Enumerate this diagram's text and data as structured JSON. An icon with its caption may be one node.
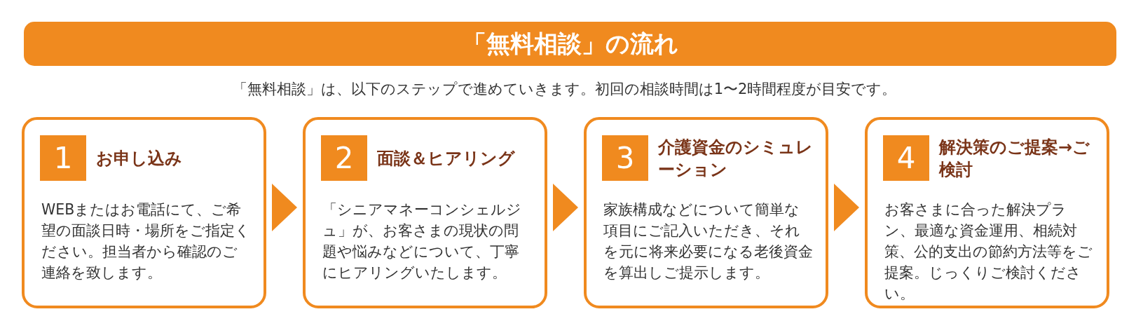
{
  "diagram": {
    "title": "「無料相談」の流れ",
    "nodes": [
      {
        "text": [
          "お申し込み",
          "WEBまたはお電話にて、ご希望の面談日時・場所をご指定ください。担当者から確認のご連絡を致します。"
        ]
      },
      {
        "text": [
          "1"
        ],
        "in": 0
      },
      {
        "text": [
          "面談＆ヒアリング",
          "「シニアマネーコンシェルジュ」が、お客さまの現状の問題や悩みなどについて、丁寧にヒアリングいたします。"
        ]
      },
      {
        "text": [
          "2"
        ],
        "in": 2
      },
      {
        "text": [
          "介護資金のシミュレーション",
          "家族構成などについて簡単な項目にご記入いただき、それを元に将来必要になる老後資金を算出しご提示します。"
        ]
      },
      {
        "text": [
          "3"
        ],
        "in": 4
      },
      {
        "text": [
          "解決策のご提案→ご検討",
          "お客さまに合った解決プラン、最適な資金運用、相続対策、公的支出の節約方法等をご提案。じっくりご検討ください。"
        ]
      },
      {
        "text": [
          "4"
        ],
        "in": 6
      }
    ],
    "edges": [
      {
        "from": 0,
        "to": 2,
        "arrow": "to"
      },
      {
        "from": 2,
        "to": 4,
        "arrow": "to"
      },
      {
        "from": 4,
        "to": 6,
        "arrow": "to"
      }
    ],
    "labels": [
      "「無料相談」は、以下のステップで進めていきます。初回の相談時間は1〜2時間程度が目安です。"
    ]
  }
}
